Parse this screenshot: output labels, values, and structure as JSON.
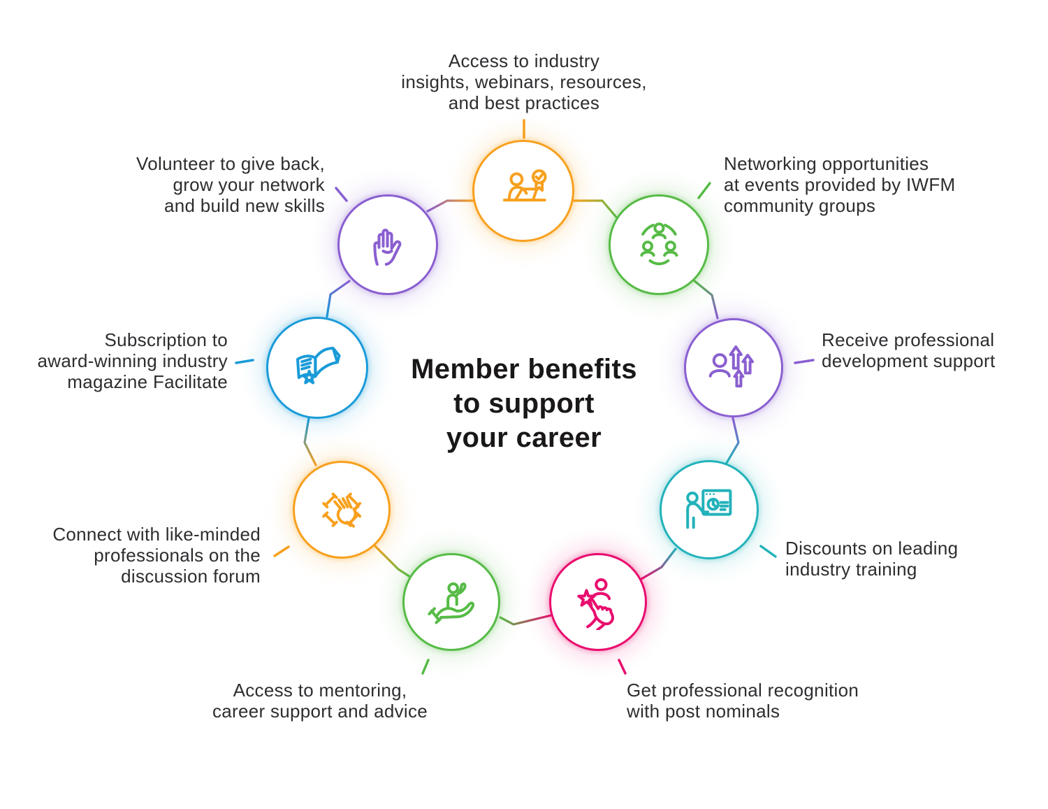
{
  "title": {
    "text": "Member benefits\nto support\nyour career"
  },
  "nodes": [
    {
      "id": "industry-insights",
      "color": "#F7A01E",
      "icon": "person-laptop-certificate-icon",
      "label": "Access to industry\ninsights, webinars, resources,\nand best practices"
    },
    {
      "id": "networking",
      "color": "#56BB46",
      "icon": "community-people-icon",
      "label": "Networking opportunities\nat events provided by IWFM\ncommunity groups"
    },
    {
      "id": "professional-development",
      "color": "#8A5FD0",
      "icon": "person-growth-arrows-icon",
      "label": "Receive professional\ndevelopment support"
    },
    {
      "id": "training-discounts",
      "color": "#23B2BA",
      "icon": "presenter-whiteboard-icon",
      "label": "Discounts on leading\nindustry training"
    },
    {
      "id": "professional-recognition",
      "color": "#E80D6E",
      "icon": "hand-tap-star-icon",
      "label": "Get professional recognition\nwith post nominals"
    },
    {
      "id": "mentoring",
      "color": "#56BB46",
      "icon": "hand-holding-person-icon",
      "label": "Access to mentoring,\ncareer support and advice"
    },
    {
      "id": "discussion-forum",
      "color": "#F7A01E",
      "icon": "hands-in-teamwork-icon",
      "label": "Connect with like-minded\nprofessionals on the\ndiscussion forum"
    },
    {
      "id": "magazine-subscription",
      "color": "#1A9BD8",
      "icon": "open-magazine-star-icon",
      "label": "Subscription to\naward-winning industry\nmagazine Facilitate"
    },
    {
      "id": "volunteering",
      "color": "#8A5FD0",
      "icon": "raised-hand-icon",
      "label": "Volunteer to give back,\ngrow your network\nand build new skills"
    }
  ],
  "text_color": "#2F2C30",
  "title_color": "#1A1718",
  "background": "#FFFFFF"
}
